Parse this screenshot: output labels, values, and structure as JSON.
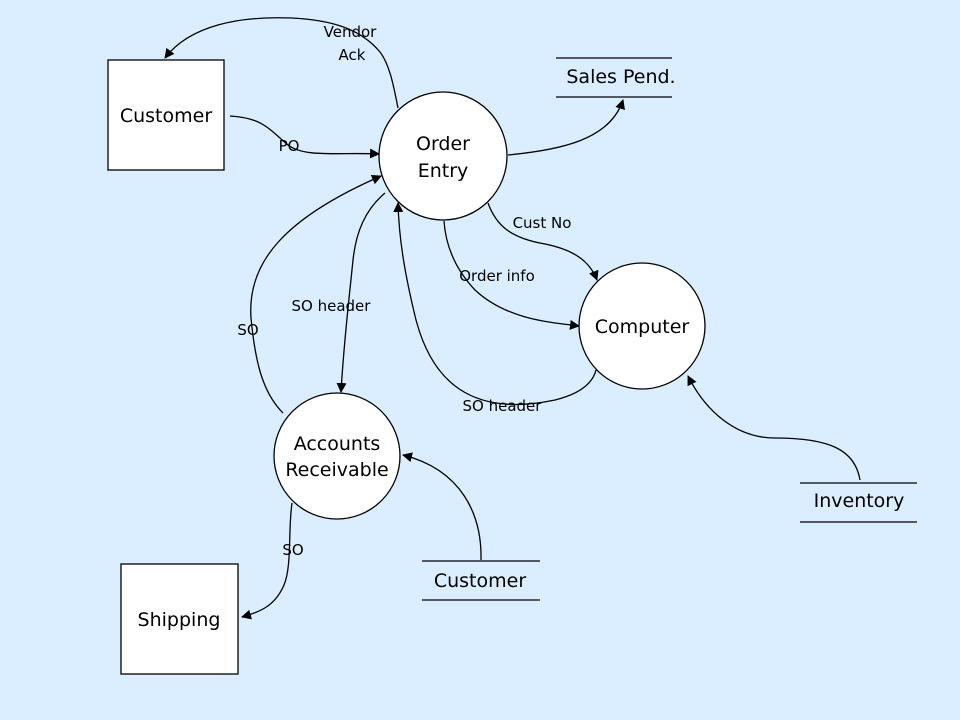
{
  "external_entities": {
    "customer": "Customer",
    "shipping": "Shipping"
  },
  "processes": {
    "order_entry": [
      "Order",
      "Entry"
    ],
    "computer": "Computer",
    "accounts_receivable": [
      "Accounts",
      "Receivable"
    ]
  },
  "data_stores": {
    "sales_pending": "Sales Pend.",
    "inventory": "Inventory",
    "customer": "Customer"
  },
  "flows": {
    "vendor_ack": [
      "Vendor",
      "Ack"
    ],
    "po": "PO",
    "cust_no": "Cust No",
    "order_info": "Order info",
    "so_header_to_ar": "SO header",
    "so_ar_to_order_entry": "SO",
    "so_header_computer": "SO header",
    "so_to_shipping": "SO"
  },
  "colors": {
    "background": "#dbeeff",
    "shape_fill": "#ffffff",
    "line": "#000000"
  }
}
